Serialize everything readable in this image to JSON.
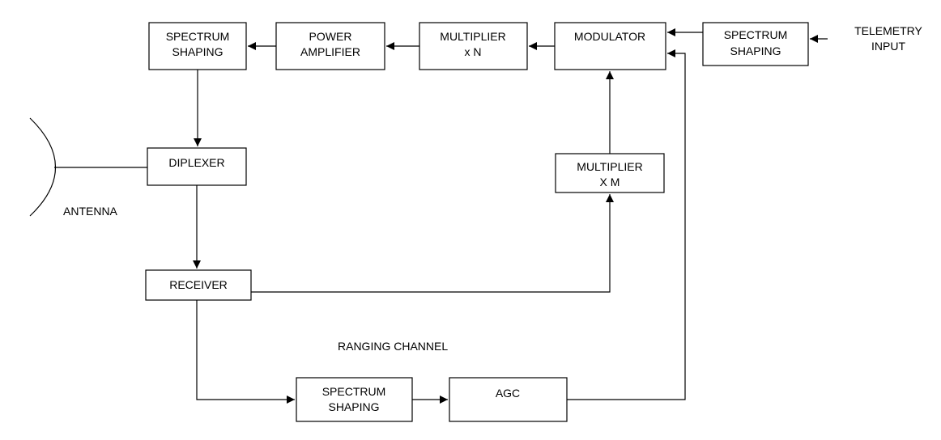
{
  "blocks": {
    "spectrum_shaping_tx": [
      "SPECTRUM",
      "SHAPING"
    ],
    "power_amplifier": [
      "POWER",
      "AMPLIFIER"
    ],
    "multiplier_n": [
      "MULTIPLIER",
      "x N"
    ],
    "modulator": [
      "MODULATOR"
    ],
    "spectrum_shaping_tlm": [
      "SPECTRUM",
      "SHAPING"
    ],
    "diplexer": [
      "DIPLEXER"
    ],
    "multiplier_m": [
      "MULTIPLIER",
      "X M"
    ],
    "receiver": [
      "RECEIVER"
    ],
    "spectrum_shaping_rng": [
      "SPECTRUM",
      "SHAPING"
    ],
    "agc": [
      "AGC"
    ]
  },
  "labels": {
    "telemetry_input": [
      "TELEMETRY",
      "INPUT"
    ],
    "antenna": "ANTENNA",
    "ranging_channel": "RANGING CHANNEL"
  }
}
